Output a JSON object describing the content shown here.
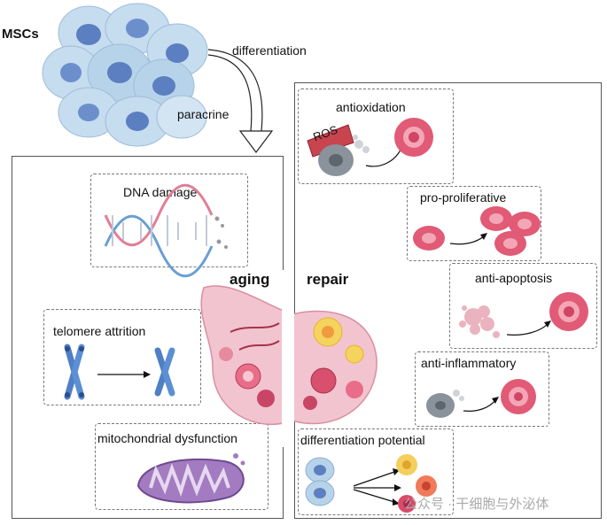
{
  "top": {
    "msc_label": "MSCs",
    "differentiation_label": "differentiation",
    "paracrine_label": "paracrine"
  },
  "left_panel": {
    "items": [
      {
        "label": "DNA damage"
      },
      {
        "label": "telomere attrition"
      },
      {
        "label": "mitochondrial dysfunction"
      }
    ]
  },
  "center": {
    "aging_label": "aging",
    "repair_label": "repair"
  },
  "right_panel": {
    "items": [
      {
        "label": "antioxidation",
        "ros_label": "ROS"
      },
      {
        "label": "pro-proliferative"
      },
      {
        "label": "anti-apoptosis"
      },
      {
        "label": "anti-inflammatory"
      },
      {
        "label": "differentiation potential"
      }
    ]
  },
  "watermark": {
    "text": "公众号 · 干细胞与外泌体"
  },
  "colors": {
    "msc_cell": "#b7d3ea",
    "msc_nucleus": "#5b7fc0",
    "healthy_cell": "#e15a76",
    "damaged_cell": "#8a929c",
    "ros_flag": "#c8444f",
    "mito": "#a37bc0",
    "ovary": "#f2c4cf"
  }
}
